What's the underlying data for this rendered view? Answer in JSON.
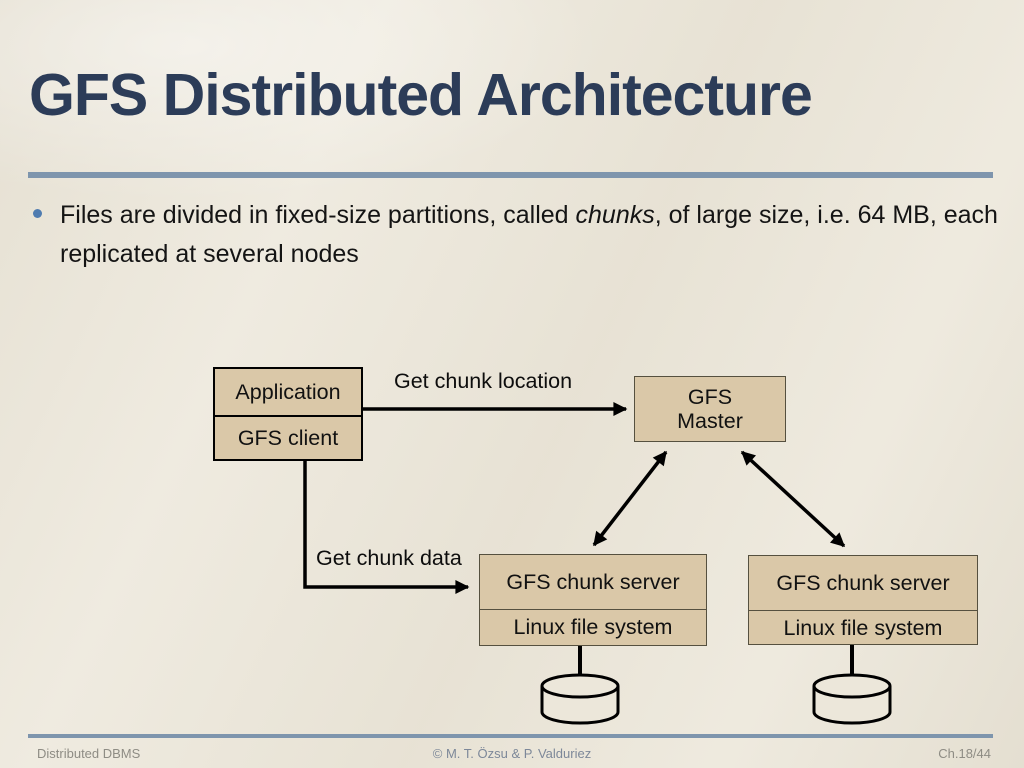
{
  "slide": {
    "title": "GFS Distributed Architecture",
    "bullet": {
      "text_before": "Files are divided in fixed-size partitions, called ",
      "text_italic": "chunks",
      "text_after": ", of large size, i.e. 64 MB, each replicated at several nodes"
    },
    "footer": {
      "left": "Distributed DBMS",
      "center": "© M. T. Özsu & P. Valduriez",
      "right": "Ch.18/44"
    }
  },
  "diagram": {
    "client_box": {
      "top": "Application",
      "bottom": "GFS client"
    },
    "master_box": {
      "label": "GFS\nMaster"
    },
    "chunk_server": {
      "top": "GFS chunk server",
      "bottom": "Linux file system"
    },
    "labels": {
      "get_chunk_location": "Get chunk location",
      "get_chunk_data": "Get chunk data"
    }
  },
  "colors": {
    "background": "#ece7da",
    "title_text": "#2c3c58",
    "separator_rule": "#7e95ad",
    "bullet_dot": "#4f7cb0",
    "box_fill": "#dac8a8",
    "client_box_border": "#000000",
    "thin_box_border": "#55503f",
    "arrow": "#000000",
    "footer_side_text": "#8e8c84",
    "footer_center_text": "#7d8899"
  }
}
